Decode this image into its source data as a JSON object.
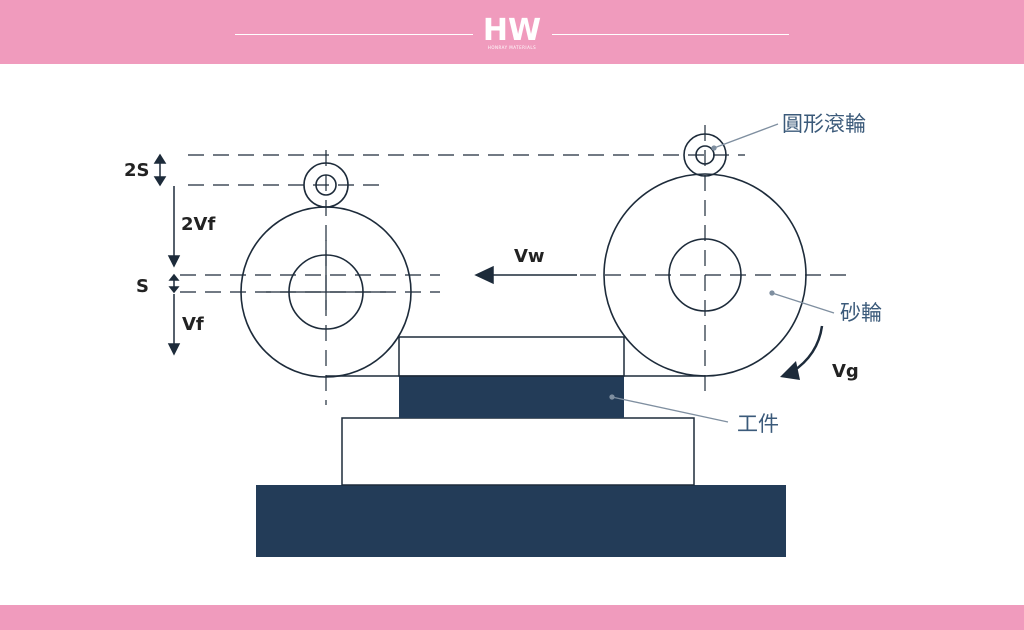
{
  "header": {
    "logo_text": "HW",
    "logo_subtitle": "HONRAY MATERIALS"
  },
  "colors": {
    "band_pink": "#f09bbd",
    "navy": "#233c58",
    "line": "#1d2b3a",
    "callout": "#7f8fa0",
    "white": "#ffffff"
  },
  "labels": {
    "two_s": "2S",
    "two_vf": "2Vf",
    "s": "S",
    "vf": "Vf",
    "vw": "Vw",
    "vg": "Vg",
    "roller": "圓形滾輪",
    "grinding_wheel": "砂輪",
    "workpiece": "工件"
  },
  "icons": {
    "direction_arrow": "arrow-left-icon",
    "rotation_arrow": "curved-arrow-icon"
  }
}
